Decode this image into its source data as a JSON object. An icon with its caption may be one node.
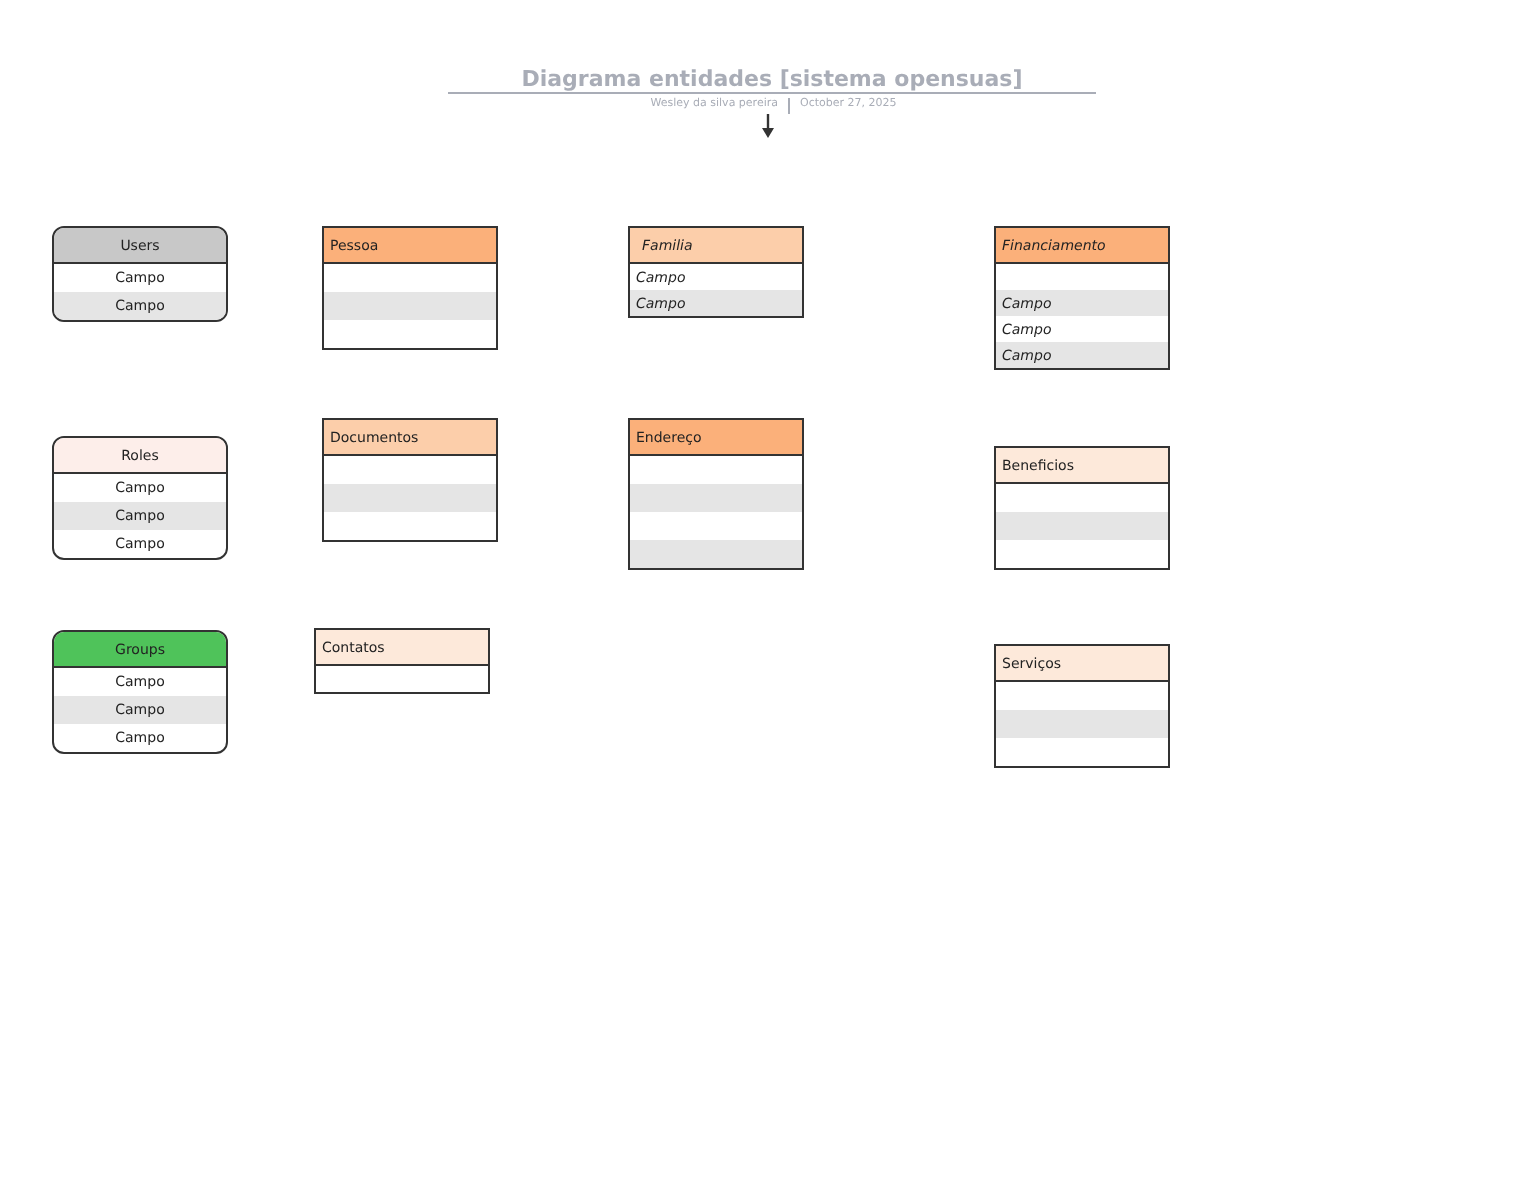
{
  "diagram": {
    "title": "Diagrama entidades [sistema opensuas]",
    "nodes": [
      {
        "text": [
          "Users",
          "Campo",
          "Campo"
        ]
      },
      {
        "text": [
          "Pessoa"
        ]
      },
      {
        "text": [
          "Familia",
          "Campo",
          "Campo"
        ]
      },
      {
        "text": [
          "Financiamento",
          "Campo",
          "Campo",
          "Campo"
        ]
      },
      {
        "text": [
          "Roles",
          "Campo",
          "Campo",
          "Campo"
        ]
      },
      {
        "text": [
          "Documentos"
        ]
      },
      {
        "text": [
          "Endereço"
        ]
      },
      {
        "text": [
          "Beneficios"
        ]
      },
      {
        "text": [
          "Groups",
          "Campo",
          "Campo",
          "Campo"
        ]
      },
      {
        "text": [
          "Contatos"
        ]
      },
      {
        "text": [
          "Serviços"
        ]
      }
    ],
    "edges": [],
    "labels": [
      "Wesley da silva pereira",
      "October 27, 2025"
    ]
  }
}
